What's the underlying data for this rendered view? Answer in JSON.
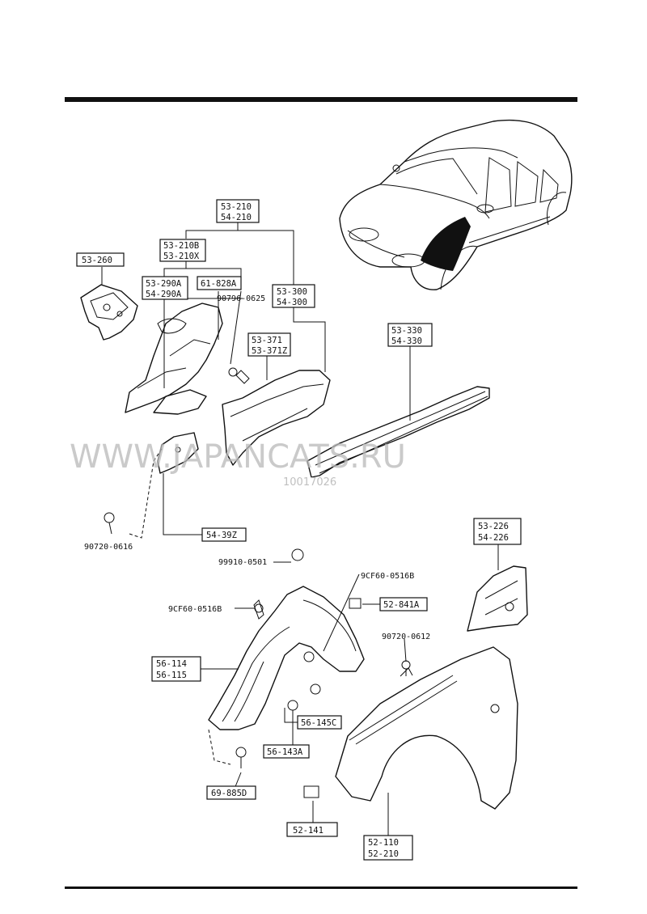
{
  "watermark": "WWW.JAPANCATS.RU",
  "diagram_code": "10017026",
  "labels": {
    "p53_210": "53-210",
    "p54_210": "54-210",
    "p53_210B": "53-210B",
    "p53_210X": "53-210X",
    "p53_260": "53-260",
    "p53_290A": "53-290A",
    "p54_290A": "54-290A",
    "p61_828A": "61-828A",
    "p90796_0625": "90796-0625",
    "p53_300": "53-300",
    "p54_300": "54-300",
    "p53_371": "53-371",
    "p53_371Z": "53-371Z",
    "p53_330": "53-330",
    "p54_330": "54-330",
    "p54_39Z": "54-39Z",
    "p90720_0616": "90720-0616",
    "p99910_0501": "99910-0501",
    "p9CF60_0516B_a": "9CF60-0516B",
    "p9CF60_0516B_b": "9CF60-0516B",
    "p52_841A": "52-841A",
    "p53_226": "53-226",
    "p54_226": "54-226",
    "p90720_0612": "90720-0612",
    "p56_114": "56-114",
    "p56_115": "56-115",
    "p56_145C": "56-145C",
    "p56_143A": "56-143A",
    "p69_885D": "69-885D",
    "p52_141": "52-141",
    "p52_110": "52-110",
    "p52_210": "52-210"
  }
}
